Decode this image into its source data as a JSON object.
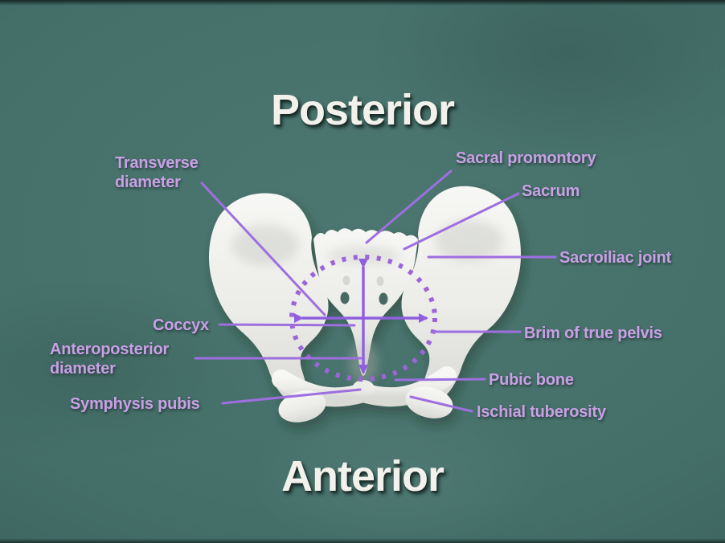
{
  "titles": {
    "top": "Posterior",
    "bottom": "Anterior"
  },
  "labels": [
    {
      "id": "transverse-diameter",
      "text": "Transverse diameter"
    },
    {
      "id": "sacral-promontory",
      "text": "Sacral promontory"
    },
    {
      "id": "sacrum",
      "text": "Sacrum"
    },
    {
      "id": "sacroiliac-joint",
      "text": "Sacroiliac joint"
    },
    {
      "id": "coccyx",
      "text": "Coccyx"
    },
    {
      "id": "brim-of-true-pelvis",
      "text": "Brim of true pelvis"
    },
    {
      "id": "anteroposterior-diameter",
      "text": "Anteroposterior diameter"
    },
    {
      "id": "pubic-bone",
      "text": "Pubic bone"
    },
    {
      "id": "symphysis-pubis",
      "text": "Symphysis pubis"
    },
    {
      "id": "ischial-tuberosity",
      "text": "Ischial tuberosity"
    }
  ],
  "colors": {
    "background-mid": "#4c7770",
    "background-edge": "#35544f",
    "title": "#f2f1ec",
    "label": "#c9a0e6",
    "leader-line": "#9d6fe0",
    "dotted-circle": "#9c64d9",
    "arrow": "#8f5fe0",
    "bone": "#efefec"
  }
}
